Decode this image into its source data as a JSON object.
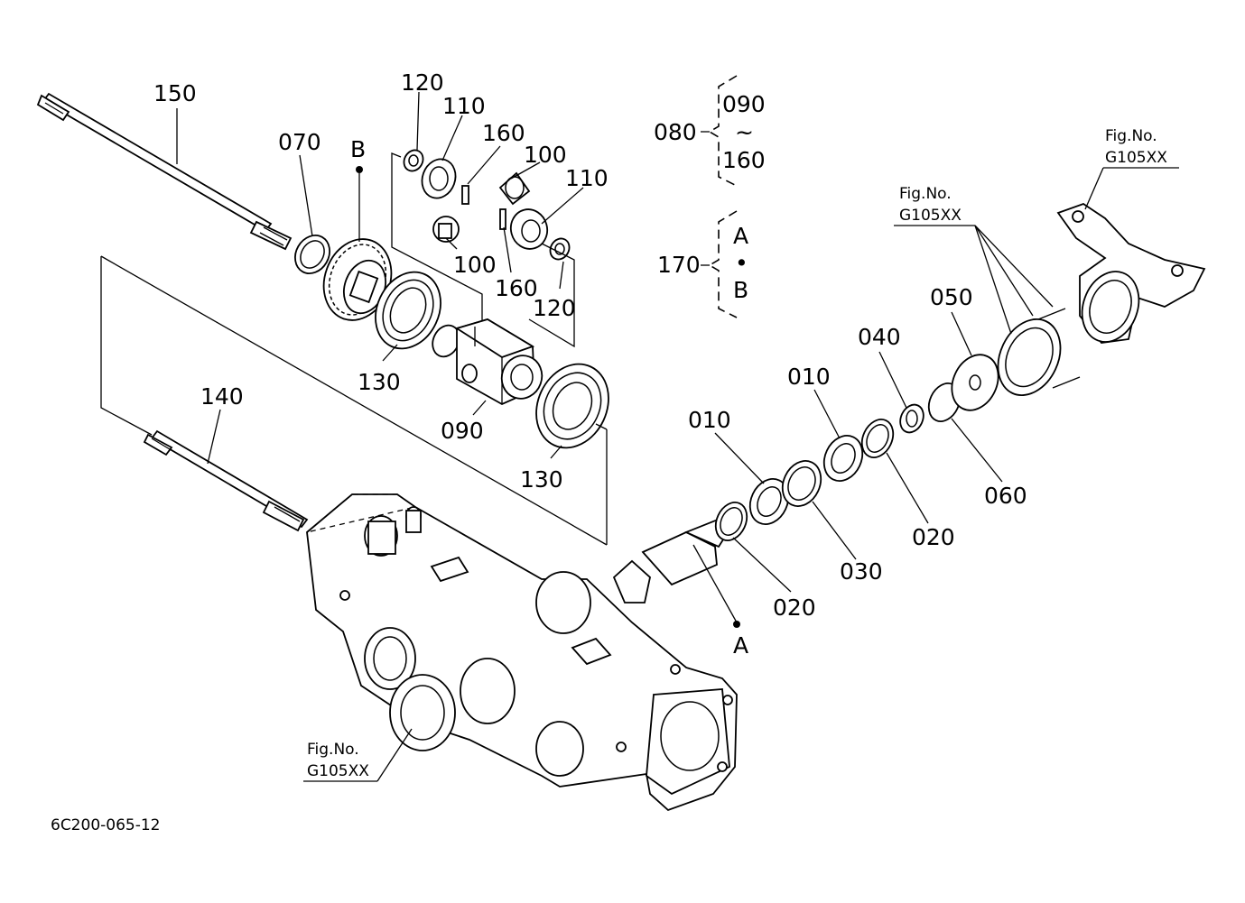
{
  "labels": {
    "p150": "150",
    "p070": "070",
    "pB": "B",
    "p120a": "120",
    "p110a": "110",
    "p160a": "160",
    "p100a": "100",
    "p110b": "110",
    "p100b": "100",
    "p160b": "160",
    "p120b": "120",
    "p130a": "130",
    "p090": "090",
    "p130b": "130",
    "p140": "140",
    "p080": "080",
    "g_top": "090",
    "g_tilde": "~",
    "g_bot": "160",
    "p170": "170",
    "g2_top": "A",
    "g2_dot": "•",
    "g2_bot": "B",
    "p010a": "010",
    "p010b": "010",
    "p040": "040",
    "p050": "050",
    "p020a": "020",
    "p030": "030",
    "p020b": "020",
    "p060": "060",
    "pA": "A",
    "fig_tr_1": "Fig.No.",
    "fig_tr_2": "G105XX",
    "fig_mr_1": "Fig.No.",
    "fig_mr_2": "G105XX",
    "fig_bl_1": "Fig.No.",
    "fig_bl_2": "G105XX",
    "drawing_code": "6C200-065-12"
  }
}
